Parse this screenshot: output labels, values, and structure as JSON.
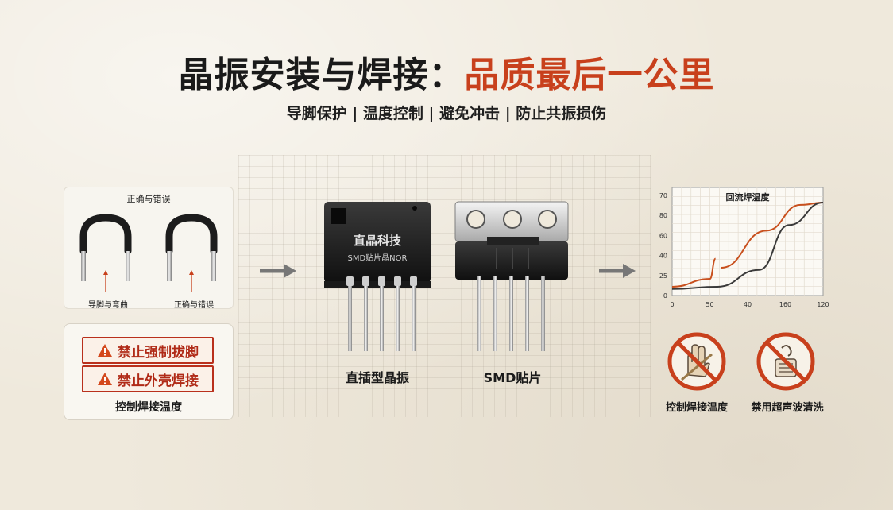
{
  "header": {
    "title_main": "晶振安装与焊接：",
    "title_accent": "品质最后一公里",
    "subtitle": "导脚保护 | 温度控制 | 避免冲击 | 防止共振损伤"
  },
  "left_panel": {
    "top_title": "正确与错误",
    "caption_left": "导脚与弯曲",
    "caption_right": "正确与错误",
    "warnings": [
      "禁止强制拔脚",
      "禁止外壳焊接"
    ],
    "bottom_caption": "控制焊接温度"
  },
  "components": {
    "tht": {
      "body_brand": "直晶科技",
      "body_model": "SMD贴片晶NOR",
      "label": "直插型晶振"
    },
    "smd": {
      "label": "SMD贴片"
    }
  },
  "chart_data": {
    "type": "line",
    "title": "回流焊温度",
    "x_ticks": [
      "0",
      "50",
      "40",
      "160",
      "120"
    ],
    "y_ticks": [
      "0",
      "25",
      "40",
      "60",
      "80",
      "70"
    ],
    "series": [
      {
        "color": "#c8501e",
        "points": [
          [
            0,
            5
          ],
          [
            1,
            12
          ],
          [
            1.15,
            30
          ]
        ]
      },
      {
        "color": "#c8501e",
        "points": [
          [
            1.3,
            22
          ],
          [
            2.5,
            55
          ],
          [
            3.4,
            78
          ],
          [
            4,
            80
          ]
        ]
      },
      {
        "color": "#3a3a3a",
        "points": [
          [
            0,
            3
          ],
          [
            1.2,
            5
          ],
          [
            2.3,
            20
          ],
          [
            3.1,
            60
          ],
          [
            4,
            80
          ]
        ]
      }
    ],
    "grid": true
  },
  "bans": [
    {
      "icon": "no-hand-solder-icon",
      "label": "控制焊接温度"
    },
    {
      "icon": "no-ultrasonic-cleaning-icon",
      "label": "禁用超声波清洗"
    }
  ],
  "colors": {
    "accent": "#c8401c",
    "warning": "#b02a17"
  }
}
